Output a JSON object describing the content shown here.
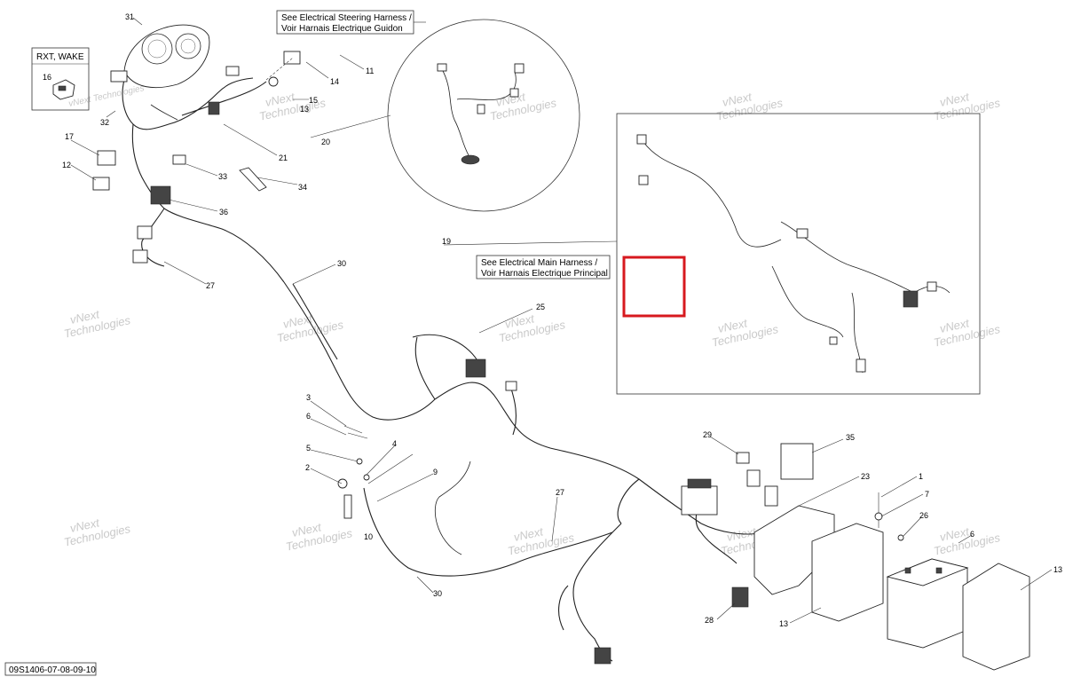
{
  "diagram_code": "09S1406-07-08-09-10",
  "boxes": {
    "variant": "RXT, WAKE",
    "steering_note_line1": "See Electrical Steering Harness /",
    "steering_note_line2": "Voir Harnais Electrique Guidon",
    "main_note_line1": "See Electrical Main Harness /",
    "main_note_line2": "Voir Harnais Electrique Principal"
  },
  "watermark": {
    "line1": "vNext",
    "line2": "Technologies",
    "small": "vNext Technologies"
  },
  "highlight_color": "#d7191f",
  "callouts": [
    "31",
    "16",
    "11",
    "14",
    "15",
    "13",
    "32",
    "20",
    "17",
    "12",
    "21",
    "33",
    "34",
    "36",
    "27",
    "30",
    "19",
    "25",
    "3",
    "6",
    "5",
    "4",
    "2",
    "9",
    "29",
    "35",
    "23",
    "1",
    "7",
    "26",
    "27",
    "30",
    "28",
    "13",
    "13",
    "6"
  ]
}
